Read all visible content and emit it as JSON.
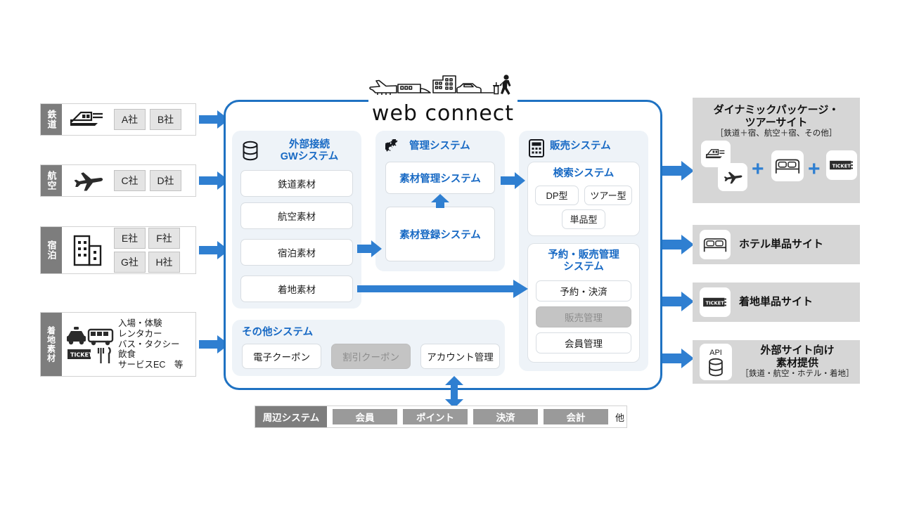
{
  "logo": {
    "wordmark": "web connect",
    "icon": "travel-silhouette-icon"
  },
  "sources": [
    {
      "tab": "鉄道",
      "icon": "train-icon",
      "companies": [
        "A社",
        "B社"
      ]
    },
    {
      "tab": "航空",
      "icon": "airplane-icon",
      "companies": [
        "C社",
        "D社"
      ]
    },
    {
      "tab": "宿泊",
      "icon": "hotel-building-icon",
      "companies": [
        "E社",
        "F社",
        "G社",
        "H社"
      ]
    },
    {
      "tab": "着地素材",
      "icon": "local-services-icon",
      "items_text": "入場・体験\nレンタカー\nバス・タクシー\n飲食\nサービスEC　等"
    }
  ],
  "gateway": {
    "title_line1": "外部接続",
    "title_line2": "GWシステム",
    "icon": "database-icon",
    "items": [
      "鉄道素材",
      "航空素材",
      "宿泊素材",
      "着地素材"
    ]
  },
  "management": {
    "title": "管理システム",
    "icon": "gears-icon",
    "items": [
      "素材管理システム",
      "素材登録システム"
    ]
  },
  "sales": {
    "title": "販売システム",
    "icon": "calculator-icon",
    "search": {
      "title": "検索システム",
      "items": [
        "DP型",
        "ツアー型",
        "単品型"
      ]
    },
    "booking": {
      "title_line1": "予約・販売管理",
      "title_line2": "システム",
      "items": [
        {
          "label": "予約・決済",
          "disabled": false
        },
        {
          "label": "販売管理",
          "disabled": true
        },
        {
          "label": "会員管理",
          "disabled": false
        }
      ]
    }
  },
  "others": {
    "title": "その他システム",
    "items": [
      {
        "label": "電子クーポン",
        "disabled": false
      },
      {
        "label": "割引クーポン",
        "disabled": true
      },
      {
        "label": "アカウント管理",
        "disabled": false
      }
    ]
  },
  "peripheral": {
    "head": "周辺システム",
    "chips": [
      "会員",
      "ポイント",
      "決済",
      "会計"
    ],
    "tail": "他"
  },
  "outputs": [
    {
      "title_line1": "ダイナミックパッケージ・",
      "title_line2": "ツアーサイト",
      "sub": "［鉄道＋宿、航空＋宿、その他］",
      "icons": [
        "train-icon",
        "airplane-icon",
        "bed-icon",
        "ticket-icon"
      ],
      "plus": "+"
    },
    {
      "title_line1": "ホテル単品サイト",
      "icon": "bed-icon"
    },
    {
      "title_line1": "着地単品サイト",
      "icon": "ticket-icon"
    },
    {
      "title_line1": "外部サイト向け",
      "title_line2": "素材提供",
      "sub": "［鉄道・航空・ホテル・着地］",
      "icon": "api-database-icon",
      "icon_label": "API"
    }
  ],
  "colors": {
    "accent_blue": "#2f7fd1",
    "title_blue": "#1769c4",
    "border_blue": "#1f72c2",
    "panel_bg": "#eef3f8",
    "gray_tab": "#7d7d7d",
    "gray_chip": "#9a9a9a",
    "disabled_gray": "#c4c4c4",
    "output_bg": "#d6d6d6"
  }
}
